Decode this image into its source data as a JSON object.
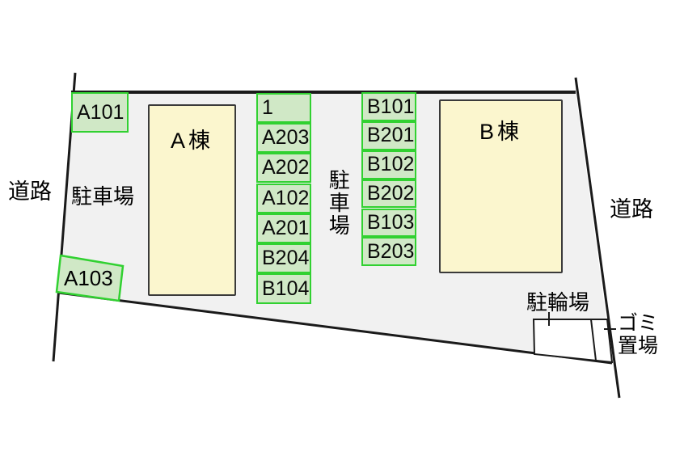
{
  "diagram": {
    "road_left": "道路",
    "road_right": "道路",
    "parking_left": "駐車場",
    "parking_center": "駐車場",
    "building_a": "A棟",
    "building_b": "B棟",
    "bicycle_parking": "駐輪場",
    "garbage_area": "ゴミ置場"
  },
  "stalls": {
    "standalone": [
      "A101",
      "A103"
    ],
    "column_a": [
      "1",
      "A203",
      "A202",
      "A102",
      "A201",
      "B204",
      "B104"
    ],
    "column_b": [
      "B101",
      "B201",
      "B102",
      "B202",
      "B103",
      "B203"
    ]
  },
  "colors": {
    "land_fill": "#F1F1F1",
    "outline": "#1A1A1A",
    "building_fill": "#FBF6CE",
    "building_border": "#3A3A3A",
    "stall_fill": "#D0E8C6",
    "stall_border": "#31D131"
  }
}
